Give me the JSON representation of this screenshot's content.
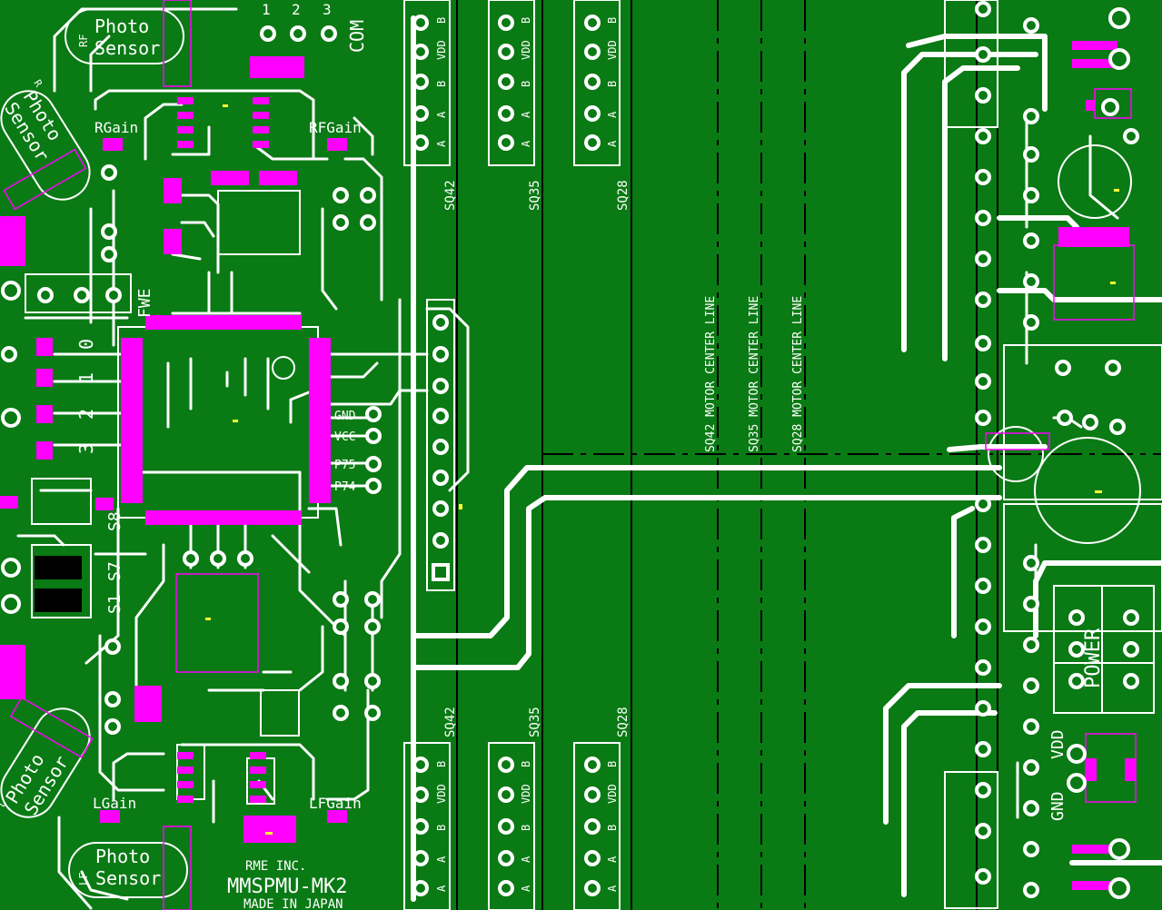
{
  "colors": {
    "board": "#0a7a14",
    "silk": "#ffffff",
    "pad": "#ff00ff",
    "line": "#000000"
  },
  "board": {
    "photo_sensors": [
      {
        "prefix": "RF",
        "line1": "Photo",
        "line2": "Sensor"
      },
      {
        "prefix": "R",
        "line1": "Photo",
        "line2": "Sensor"
      },
      {
        "prefix": "L",
        "line1": "Photo",
        "line2": "Sensor"
      },
      {
        "prefix": "LF",
        "line1": "Photo",
        "line2": "Sensor"
      }
    ],
    "com": {
      "label": "COM",
      "pins": [
        "1",
        "2",
        "3"
      ]
    },
    "gains": [
      "RGain",
      "RFGain",
      "LGain",
      "LFGain"
    ],
    "fwe": "FWE",
    "switch_labels": [
      "S8",
      "S1",
      "S7"
    ],
    "dip_numbers": [
      "0",
      "1",
      "2",
      "3"
    ],
    "debug_pins": [
      "GND",
      "VCC",
      "P75",
      "P74"
    ],
    "motor_connectors": {
      "top": [
        "SQ42",
        "SQ35",
        "SQ28"
      ],
      "bottom": [
        "SQ42",
        "SQ35",
        "SQ28"
      ],
      "pins": [
        "B",
        "VDD",
        "B",
        "A",
        "A"
      ]
    },
    "center_lines": [
      "SQ42 MOTOR CENTER LINE",
      "SQ35 MOTOR CENTER LINE",
      "SQ28 MOTOR CENTER LINE"
    ],
    "power": "POWER",
    "power_pins": [
      "GND",
      "VDD"
    ],
    "maker": "RME INC.",
    "model": "MMSPMU-MK2",
    "made_in": "MADE IN JAPAN"
  }
}
